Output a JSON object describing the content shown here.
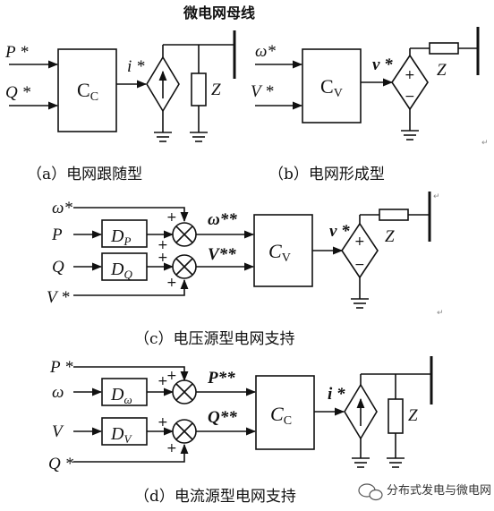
{
  "title": "微电网母线",
  "captions": {
    "a": "（a）电网跟随型",
    "b": "（b）电网形成型",
    "c": "（c）电压源型电网支持",
    "d": "（d）电流源型电网支持"
  },
  "labels": {
    "P_star": "P *",
    "Q_star": "Q *",
    "omega_star": "ω*",
    "V_star": "V *",
    "i_star": "i *",
    "v_star": "v *",
    "Z": "Z",
    "P": "P",
    "Q": "Q",
    "omega": "ω",
    "V": "V",
    "omega_2star": "ω**",
    "V_2star": "V**",
    "P_2star": "P**",
    "Q_2star": "Q**"
  },
  "blocks": {
    "Cc_main": "C",
    "Cc_sub": "C",
    "Cv_main": "C",
    "Cv_sub": "V",
    "Dp_main": "D",
    "Dp_sub": "P",
    "Dq_main": "D",
    "Dq_sub": "Q",
    "Dw_main": "D",
    "Dw_sub": "ω",
    "Dv_main": "D",
    "Dv_sub": "V"
  },
  "signs": {
    "plus": "+",
    "minus": "−"
  },
  "watermark": "分布式发电与微电网",
  "para_mark": "↵"
}
